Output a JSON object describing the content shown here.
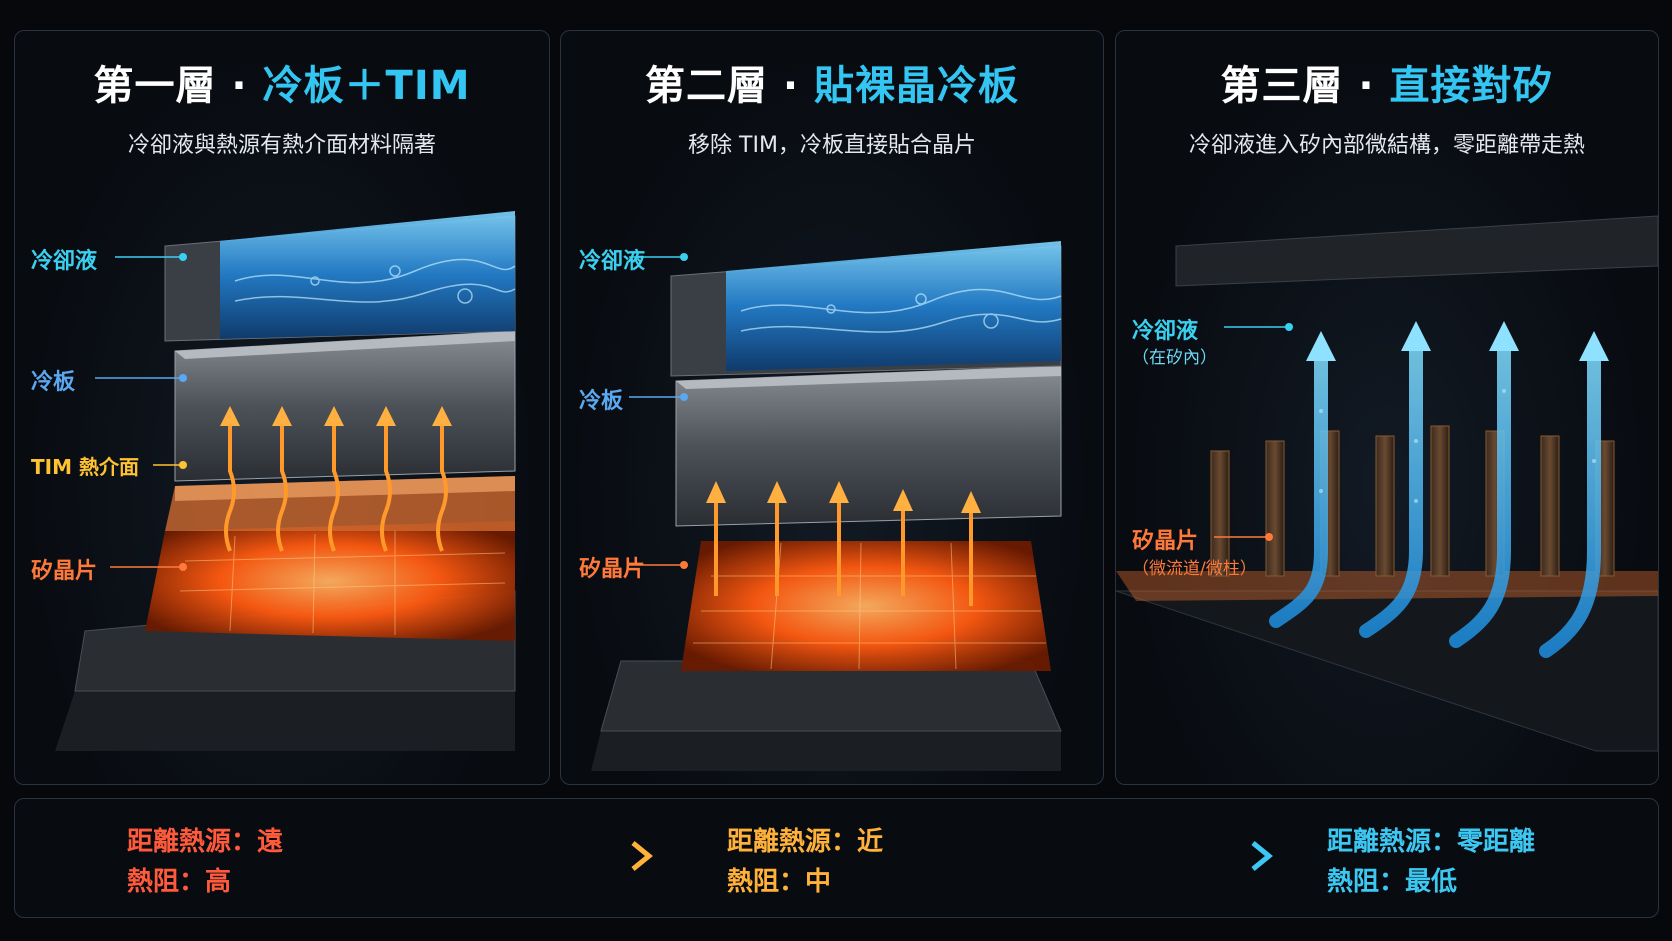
{
  "panels": [
    {
      "title_prefix": "第一層 · ",
      "title_highlight": "冷板＋TIM",
      "subtitle": "冷卻液與熱源有熱介面材料隔著",
      "labels": {
        "coolant": "冷卻液",
        "cold_plate": "冷板",
        "tim": "TIM 熱介面",
        "die": "矽晶片"
      }
    },
    {
      "title_prefix": "第二層 · ",
      "title_highlight": "貼裸晶冷板",
      "subtitle": "移除 TIM，冷板直接貼合晶片",
      "labels": {
        "coolant": "冷卻液",
        "cold_plate": "冷板",
        "die": "矽晶片"
      }
    },
    {
      "title_prefix": "第三層 · ",
      "title_highlight": "直接對矽",
      "subtitle": "冷卻液進入矽內部微結構，零距離帶走熱",
      "labels": {
        "coolant": "冷卻液",
        "coolant_note": "（在矽內）",
        "die": "矽晶片",
        "die_note": "（微流道/微柱）"
      }
    }
  ],
  "summary": [
    {
      "distance": "距離熱源：遠",
      "resistance": "熱阻：高"
    },
    {
      "distance": "距離熱源：近",
      "resistance": "熱阻：中"
    },
    {
      "distance": "距離熱源：零距離",
      "resistance": "熱阻：最低"
    }
  ],
  "colors": {
    "accent_cyan": "#33c6f2",
    "heat_orange": "#ff6a1f",
    "tim_yellow": "#ffc233",
    "far_red": "#ff5a3c",
    "near_amber": "#ffb13a",
    "zero_cyan": "#3cc8f2"
  }
}
